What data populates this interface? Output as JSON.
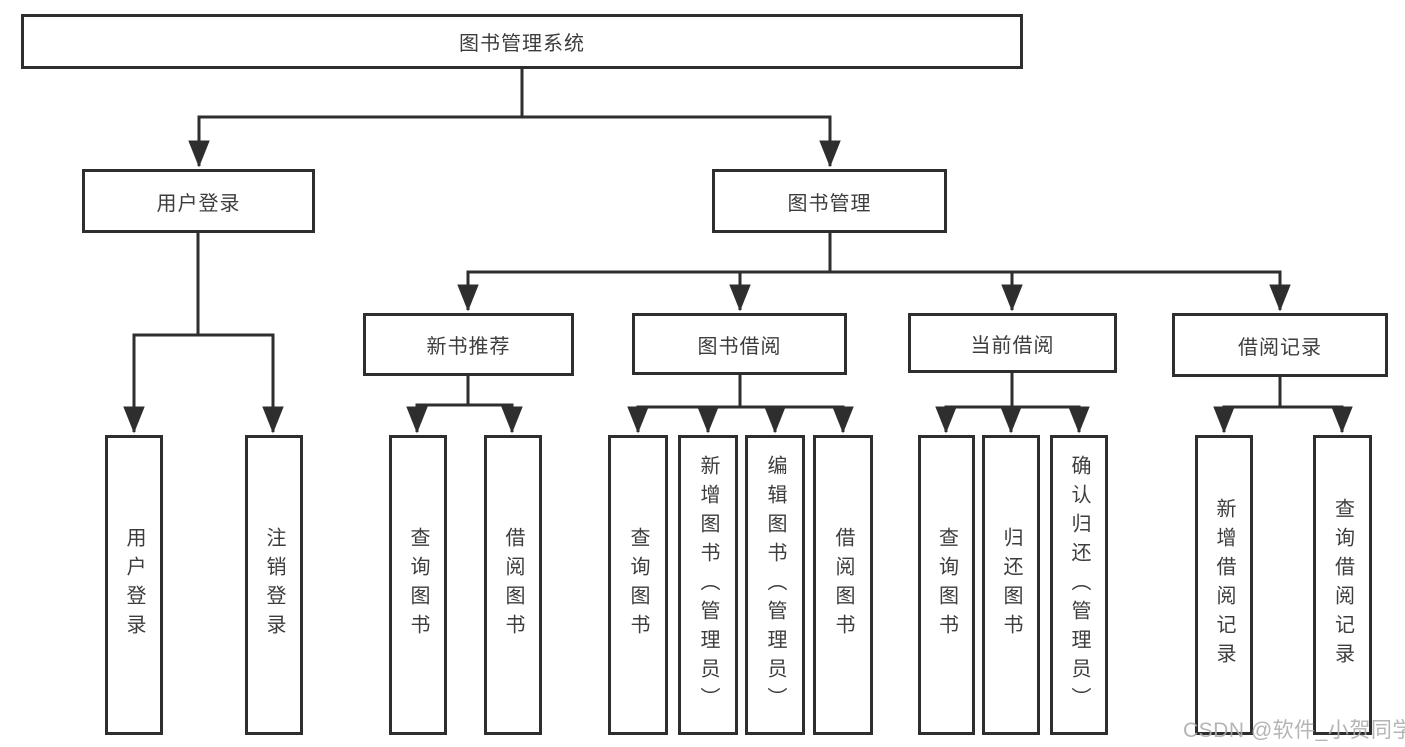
{
  "diagram_type": "hierarchy-tree",
  "tree": {
    "label": "图书管理系统",
    "children": [
      {
        "label": "用户登录",
        "children": [
          {
            "label": "用户登录"
          },
          {
            "label": "注销登录"
          }
        ]
      },
      {
        "label": "图书管理",
        "children": [
          {
            "label": "新书推荐",
            "children": [
              {
                "label": "查询图书"
              },
              {
                "label": "借阅图书"
              }
            ]
          },
          {
            "label": "图书借阅",
            "children": [
              {
                "label": "查询图书"
              },
              {
                "label": "新增图书（管理员）"
              },
              {
                "label": "编辑图书（管理员）"
              },
              {
                "label": "借阅图书"
              }
            ]
          },
          {
            "label": "当前借阅",
            "children": [
              {
                "label": "查询图书"
              },
              {
                "label": "归还图书"
              },
              {
                "label": "确认归还（管理员）"
              }
            ]
          },
          {
            "label": "借阅记录",
            "children": [
              {
                "label": "新增借阅记录"
              },
              {
                "label": "查询借阅记录"
              }
            ]
          }
        ]
      }
    ]
  },
  "watermark": "CSDN @软件_小贺同学",
  "colors": {
    "line": "#2e2e2e",
    "text": "#3d3d3d",
    "background": "#ffffff",
    "watermark": "#adadad"
  }
}
